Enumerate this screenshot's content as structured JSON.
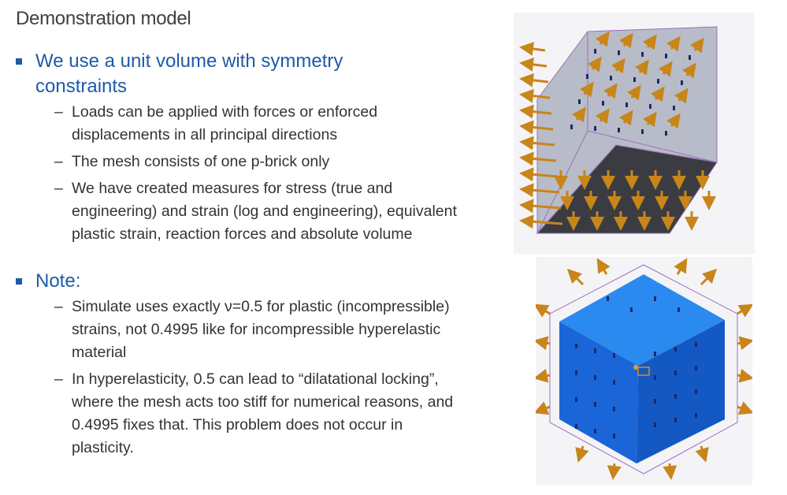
{
  "slide": {
    "title": "Demonstration model",
    "bullets": [
      {
        "head_line1": "We use a unit volume with symmetry",
        "head_line2": "constraints",
        "subs": [
          [
            "Loads can be applied with forces or enforced",
            "displacements in all principal directions"
          ],
          [
            "The mesh consists of one p-brick only"
          ],
          [
            "We have created measures for stress (true and",
            "engineering) and strain (log and engineering), equivalent",
            "plastic strain, reaction forces and absolute volume"
          ]
        ]
      },
      {
        "head_line1": "Note:",
        "subs": [
          [
            "Simulate uses exactly ν=0.5 for plastic (incompressible)",
            "strains, not 0.4995 like for incompressible hyperelastic",
            "material"
          ],
          [
            "In hyperelasticity, 0.5 can lead to “dilatational locking”,",
            "where the mesh acts too stiff for numerical reasons, and",
            "0.4995 fixes that. This problem does not occur in",
            "plasticity."
          ]
        ]
      }
    ]
  },
  "colors": {
    "accent": "#1f5aa8",
    "text": "#333333",
    "arrow": "#c8851a",
    "cube_top": "#b8bcc8",
    "cube_side": "#3a3c42",
    "cube_blue": "#1a6fe0"
  },
  "figures": {
    "top_icon": "grey-cube-with-load-arrows",
    "bottom_icon": "blue-cube-with-constraints"
  }
}
